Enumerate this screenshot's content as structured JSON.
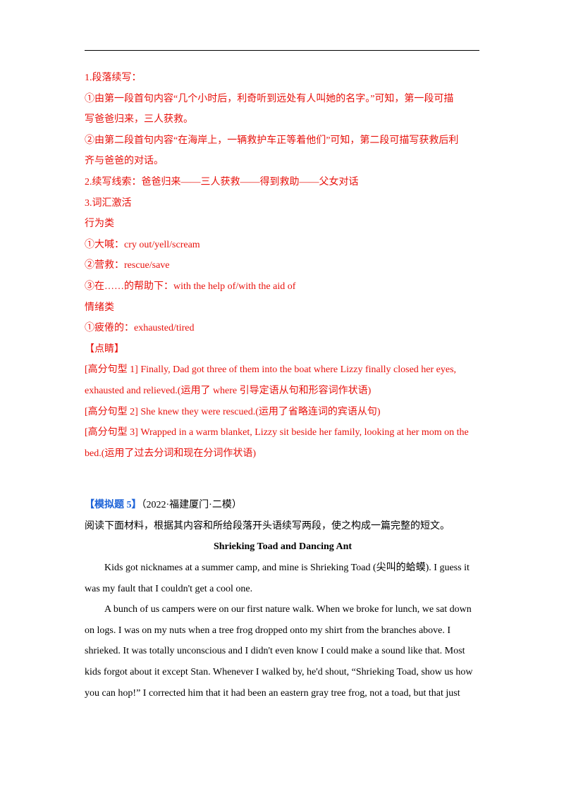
{
  "analysis": {
    "l1": "1.段落续写：",
    "l2": "①由第一段首句内容“几个小时后，利奇听到远处有人叫她的名字。”可知，第一段可描",
    "l3": "写爸爸归来，三人获救。",
    "l4": "②由第二段首句内容“在海岸上，一辆救护车正等着他们”可知，第二段可描写获救后利",
    "l5": "齐与爸爸的对话。",
    "l6": "2.续写线索：爸爸归来——三人获救——得到救助——父女对话",
    "l7": "3.词汇激活",
    "l8": "行为类",
    "l9": "①大喊：cry out/yell/scream",
    "l10": "②营救：rescue/save",
    "l11": "③在……的帮助下：with the help of/with the aid of",
    "l12": "情绪类",
    "l13": "①疲倦的：exhausted/tired",
    "l14": "【点睛】",
    "l15": "[高分句型 1] Finally, Dad got three of them into the boat where Lizzy finally closed her eyes,",
    "l16": "exhausted and relieved.(运用了 where 引导定语从句和形容词作状语)",
    "l17": "[高分句型 2] She knew they were rescued.(运用了省略连词的宾语从句)",
    "l18": "[高分句型 3] Wrapped in a warm blanket, Lizzy sit beside her family, looking at her mom on the",
    "l19": "bed.(运用了过去分词和现在分词作状语)"
  },
  "next_question": {
    "label": "【模拟题 5】",
    "source": "（2022·福建厦门·二模）",
    "instruction": "阅读下面材料，根据其内容和所给段落开头语续写两段，使之构成一篇完整的短文。",
    "title": "Shrieking Toad and Dancing Ant",
    "p1": "Kids got nicknames at a summer camp, and mine is Shrieking Toad (尖叫的蛤蟆). I guess it",
    "p2": "was my fault that I couldn't get a cool one.",
    "p3": "A bunch of us campers were on our first nature walk. When we broke for lunch, we sat down",
    "p4": "on logs. I was on my nuts when a tree frog dropped onto my shirt from the branches above. I",
    "p5": "shrieked. It was totally unconscious and I didn't even know I could make a sound like that. Most",
    "p6": "kids forgot about it except Stan. Whenever I walked by, he'd shout, “Shrieking Toad, show us how",
    "p7": "you can hop!” I corrected him that it had been an eastern gray tree frog, not a toad, but that just"
  },
  "colors": {
    "red_text": "#e8120c",
    "blue_label": "#1d63d8"
  }
}
